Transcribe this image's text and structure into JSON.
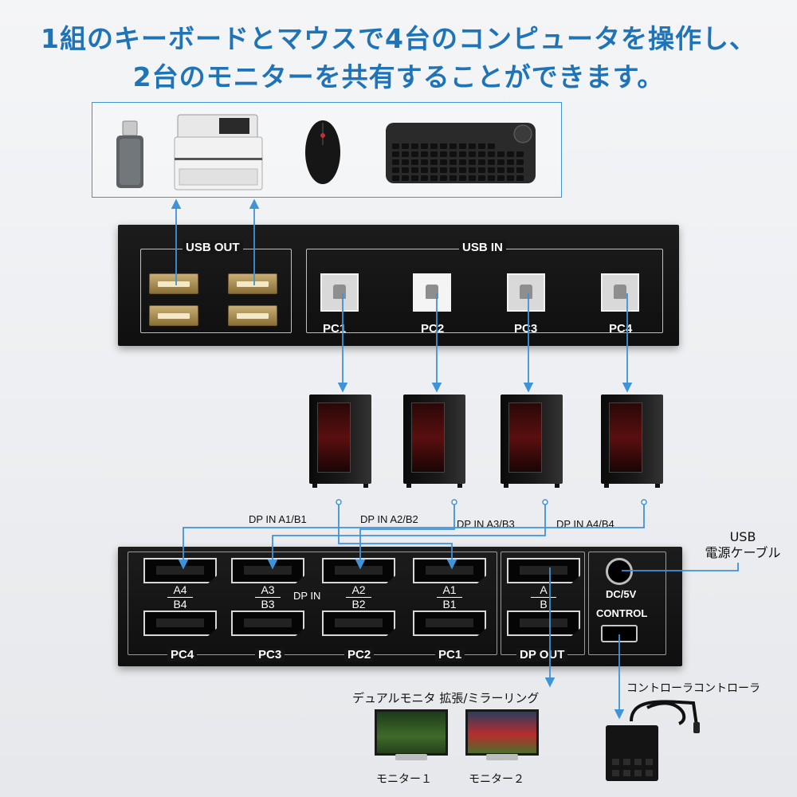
{
  "headline": {
    "line1": "1組のキーボードとマウスで4台のコンピュータを操作し、",
    "line2": "2台のモニターを共有することができます。"
  },
  "top_panel": {
    "usb_out_label": "USB OUT",
    "usb_in_label": "USB IN",
    "pc_labels": [
      "PC1",
      "PC2",
      "PC3",
      "PC4"
    ]
  },
  "dp_labels": {
    "a1b1": "DP IN A1/B1",
    "a2b2": "DP IN A2/B2",
    "a3b3": "DP IN A3/B3",
    "a4b4": "DP IN A4/B4"
  },
  "bottom_panel": {
    "port_ab": [
      {
        "top": "A4",
        "bottom": "B4"
      },
      {
        "top": "A3",
        "bottom": "B3"
      },
      {
        "top": "A2",
        "bottom": "B2"
      },
      {
        "top": "A1",
        "bottom": "B1"
      }
    ],
    "dp_in_label": "DP IN",
    "pc_labels": [
      "PC4",
      "PC3",
      "PC2",
      "PC1"
    ],
    "out_ab": {
      "top": "A",
      "bottom": "B"
    },
    "dp_out_label": "DP OUT",
    "dc_label": "DC/5V",
    "control_label": "CONTROL"
  },
  "callouts": {
    "usb_power": "USB\n電源ケーブル",
    "monitor_mode": "デュアルモニタ 拡張/ミラーリング",
    "controller": "コントローラコントローラ",
    "monitor1": "モニター１",
    "monitor2": "モニター２"
  },
  "colors": {
    "accent": "#1f73b7",
    "arrow": "#3f93d8",
    "panel": "#141414"
  }
}
